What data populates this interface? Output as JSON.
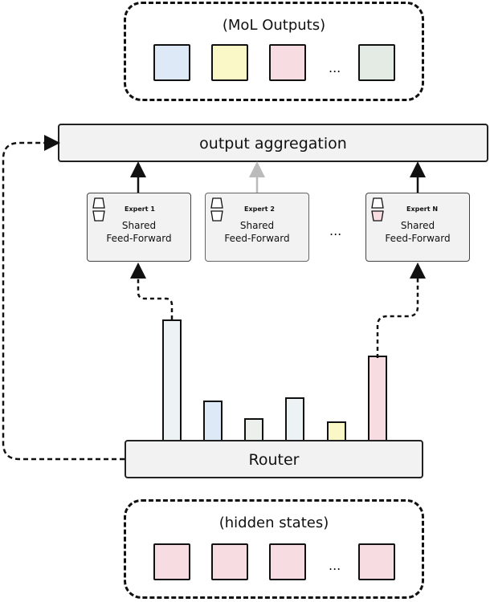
{
  "outputs_group": {
    "title": "(MoL Outputs)",
    "ellipsis": "...",
    "token_colors": [
      "#dde9f6",
      "#fbf8c8",
      "#f7dde1",
      "#e4ebe4"
    ]
  },
  "aggregation": {
    "label": "output aggregation"
  },
  "experts": [
    {
      "title": "Expert 1",
      "line1": "Shared",
      "line2": "Feed-Forward",
      "state": "active"
    },
    {
      "title": "Expert 2",
      "line1": "Shared",
      "line2": "Feed-Forward",
      "state": "inactive"
    },
    {
      "title": "Expert N",
      "line1": "Shared",
      "line2": "Feed-Forward",
      "state": "active"
    }
  ],
  "experts_ellipsis": "...",
  "router": {
    "label": "Router"
  },
  "router_bars": [
    {
      "level": 0.79,
      "color": "#edf2f5"
    },
    {
      "level": 0.26,
      "color": "#dde9f6"
    },
    {
      "level": 0.14,
      "color": "#ecf0ec"
    },
    {
      "level": 0.28,
      "color": "#edf2f5"
    },
    {
      "level": 0.12,
      "color": "#fbf8c8"
    },
    {
      "level": 0.55,
      "color": "#f7dde1"
    }
  ],
  "hidden_group": {
    "title": "(hidden states)",
    "ellipsis": "...",
    "token_colors": [
      "#f7dde1",
      "#f7dde1",
      "#f7dde1",
      "#f7dde1"
    ]
  }
}
